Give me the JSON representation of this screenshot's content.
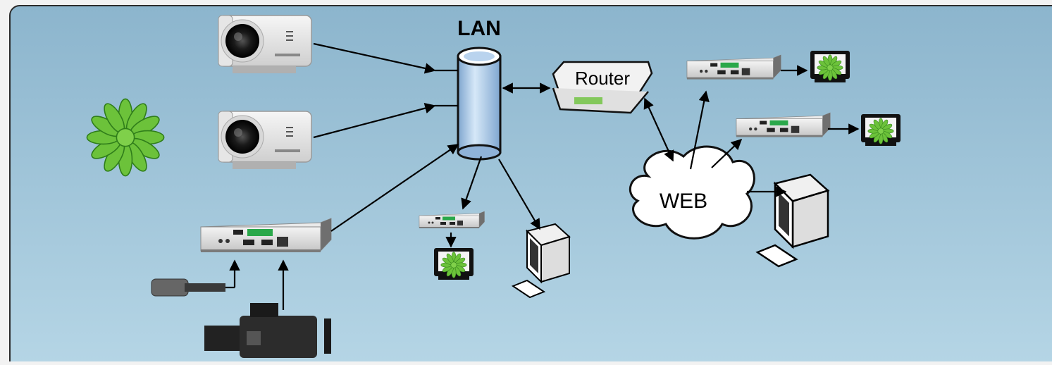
{
  "labels": {
    "lan": "LAN",
    "router": "Router",
    "web": "WEB"
  },
  "colors": {
    "panel_top": "#8fb7cf",
    "panel_bottom": "#b4d4e4",
    "frame": "#2b2b2b",
    "logo_green": "#5cb82e",
    "logo_dark": "#2f7d1a",
    "cylinder": "#b9d3ee"
  },
  "icons": [
    "ip-camera-icon",
    "encoder-icon",
    "decoder-icon",
    "monitor-icon",
    "desktop-computer-icon",
    "microphone-icon",
    "camcorder-icon",
    "router-icon",
    "cloud-icon",
    "flower-logo-icon"
  ]
}
